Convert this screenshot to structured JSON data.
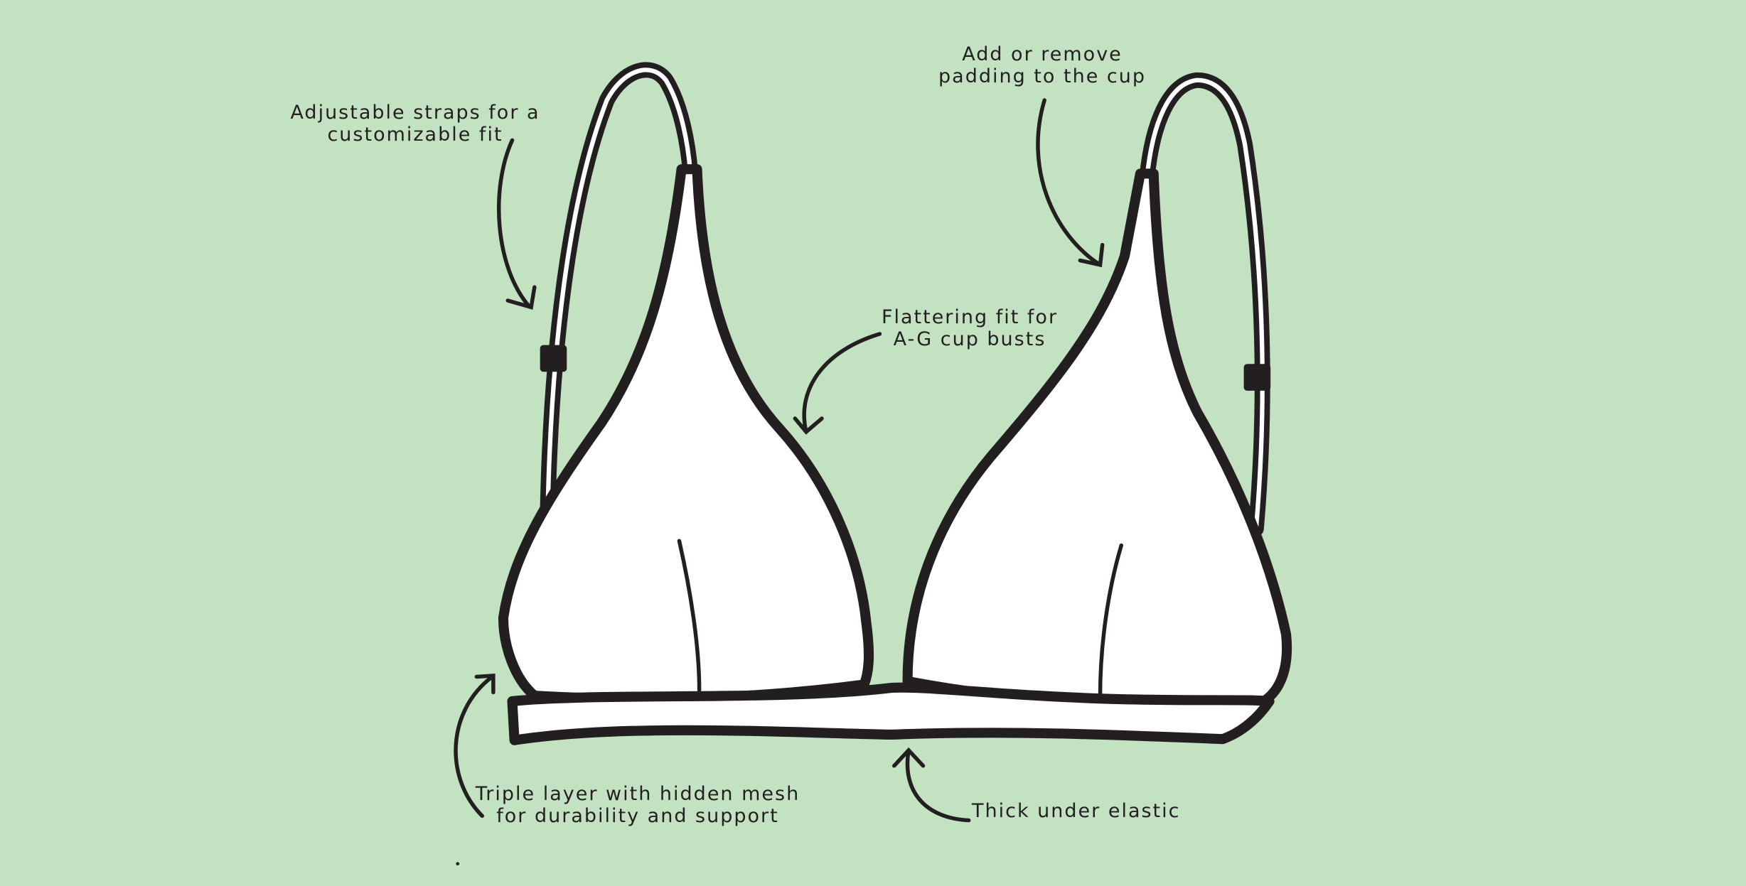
{
  "colors": {
    "background": "#c3e2c1",
    "ink": "#231f20",
    "fill": "#ffffff"
  },
  "annotations": {
    "straps": {
      "line1": "Adjustable straps for a",
      "line2": "customizable fit"
    },
    "padding": {
      "line1": "Add or remove",
      "line2": "padding to the cup"
    },
    "fit": {
      "line1": "Flattering fit for",
      "line2": "A-G cup busts"
    },
    "layer": {
      "line1": "Triple layer with hidden mesh",
      "line2": "for durability and support"
    },
    "elastic": {
      "line1": "Thick under elastic"
    }
  }
}
